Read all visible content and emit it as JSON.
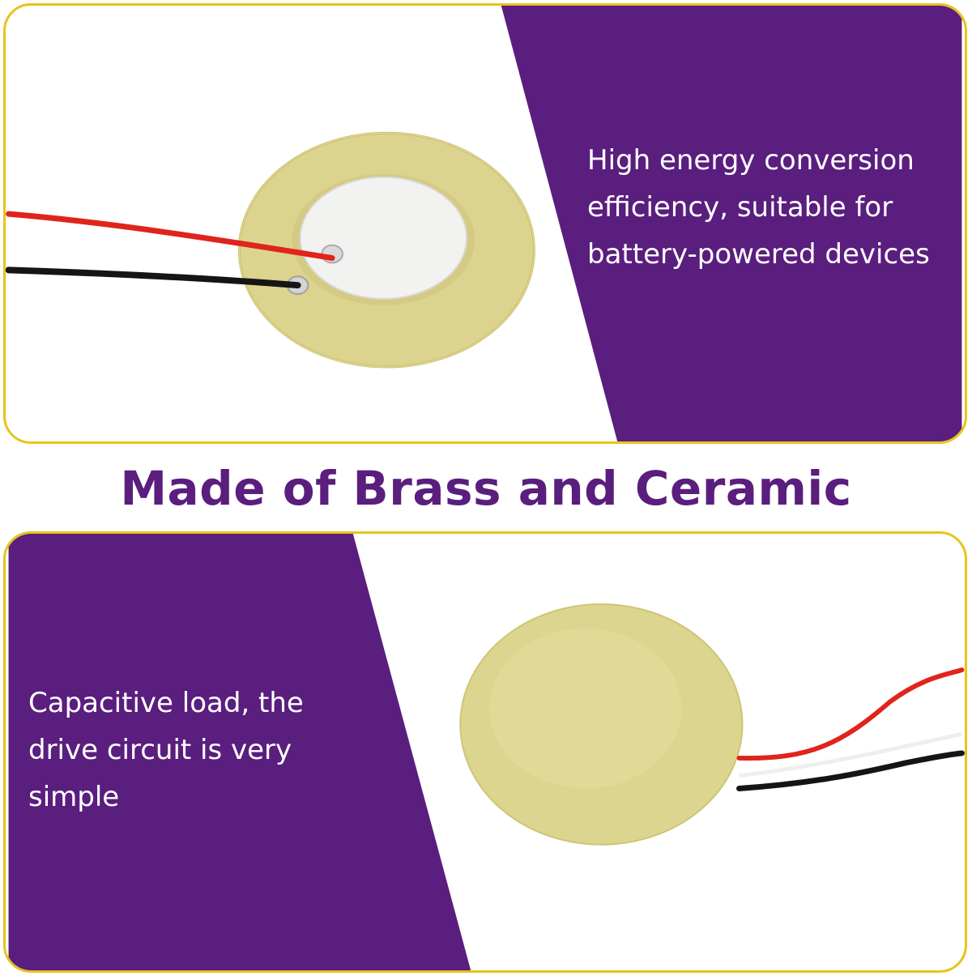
{
  "colors": {
    "purple": "#5a1e7e",
    "gold_border": "#e8c41c",
    "brass": "#dcd38e",
    "brass_edge": "#c9be6a",
    "ceramic": "#f2f2f0",
    "wire_red": "#e0241c",
    "wire_black": "#151515"
  },
  "top_panel": {
    "feature_text": "High energy conversion efficiency, suitable for battery-powered devices",
    "image": "piezo-disc-front"
  },
  "headline": "Made of Brass and Ceramic",
  "bottom_panel": {
    "feature_text": "Capacitive load, the drive circuit is very simple",
    "image": "piezo-disc-back"
  }
}
